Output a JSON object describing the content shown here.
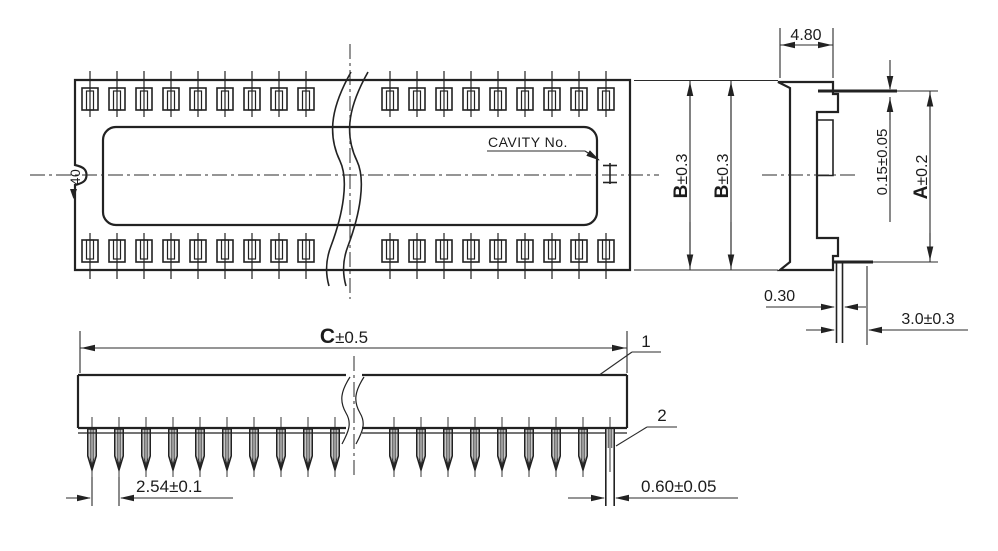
{
  "dims": {
    "b_top": {
      "letter": "B",
      "tol": "±0.3"
    },
    "b_side": {
      "letter": "B",
      "tol": "±0.3"
    },
    "a": {
      "letter": "A",
      "tol": "±0.2"
    },
    "c": {
      "letter": "C",
      "tol": "±0.5"
    },
    "top_width": "4.80",
    "contact_offset": "0.15±0.05",
    "lead_thickness": "0.30",
    "lead_length": "3.0±0.3",
    "pitch": "2.54±0.1",
    "lead_width": "0.60±0.05"
  },
  "labels": {
    "pin_count": "40",
    "cavity": "CAVITY No.",
    "callout_body": "1",
    "callout_contact": "2"
  }
}
